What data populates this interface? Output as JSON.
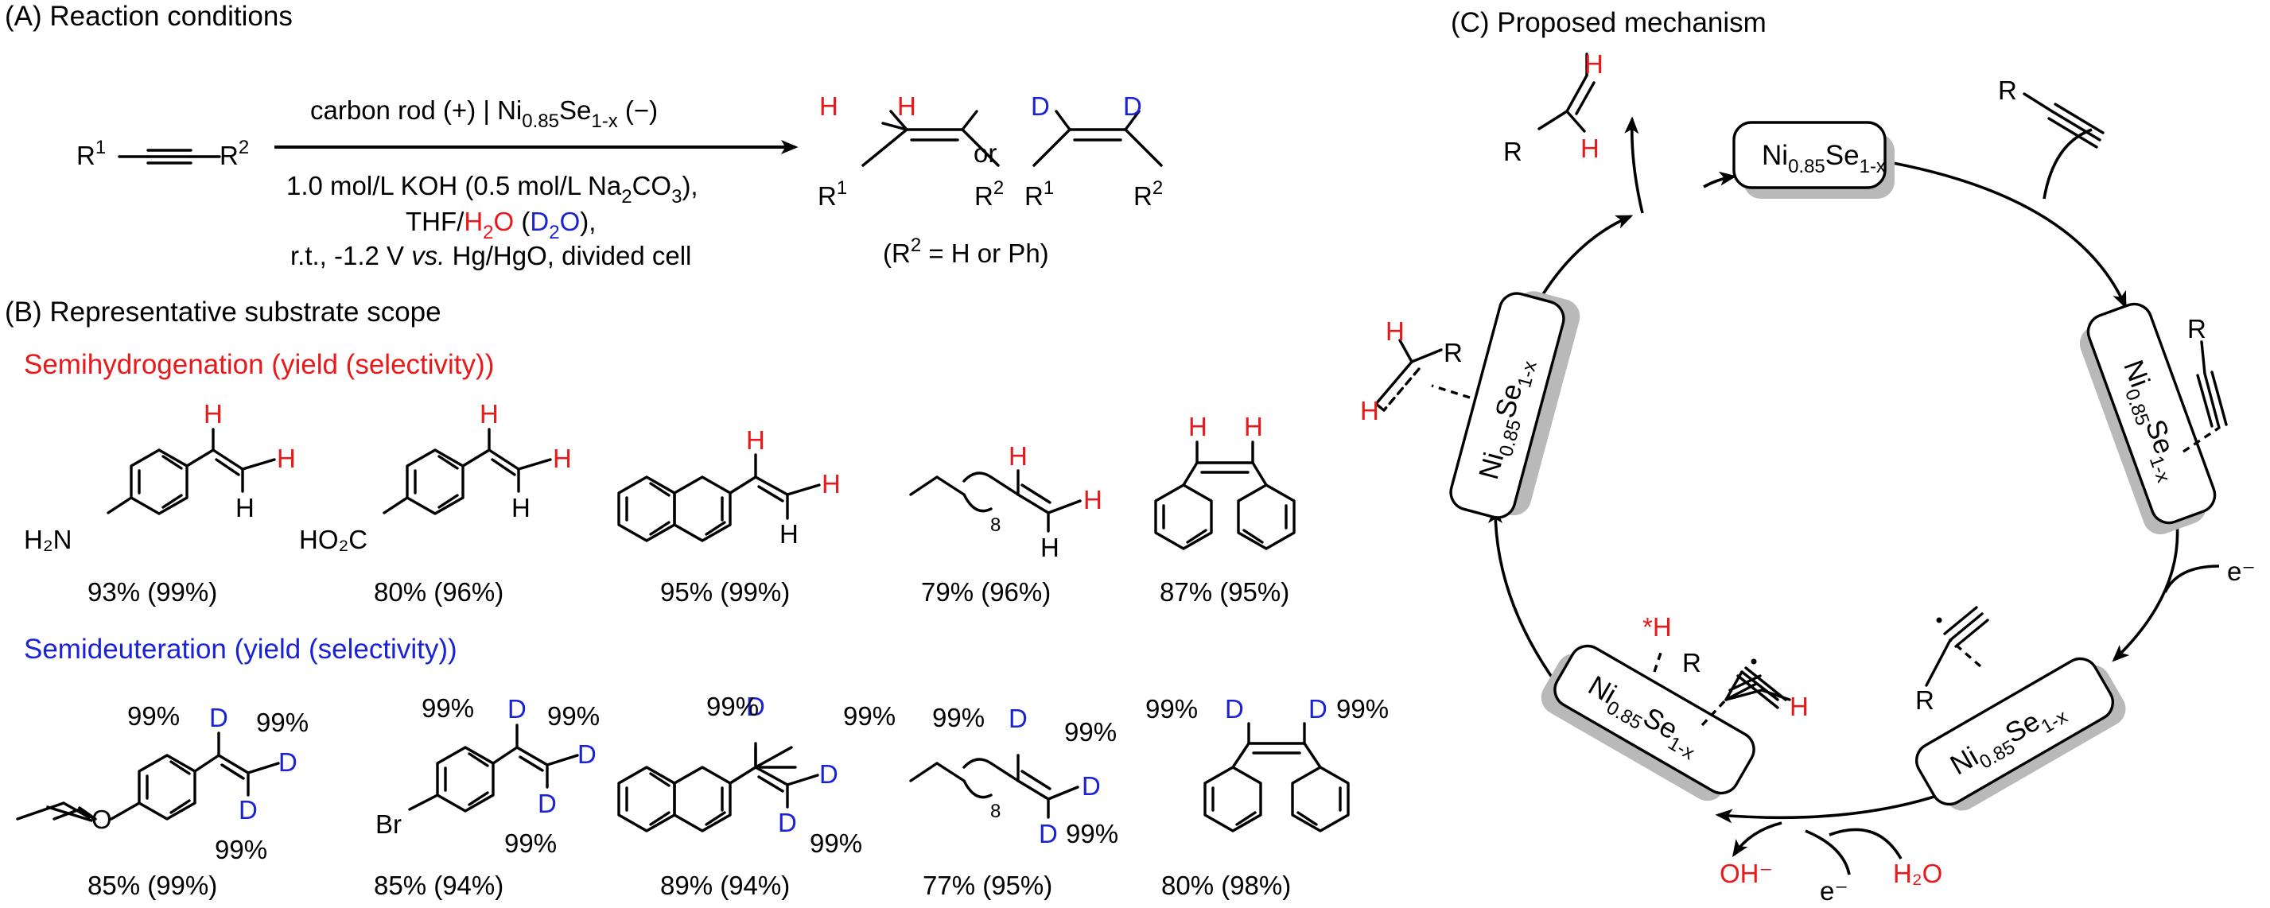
{
  "panels": {
    "a_title": "(A) Reaction conditions",
    "b_title": "(B) Representative substrate scope",
    "c_title": "(C) Proposed mechanism"
  },
  "reaction": {
    "above_arrow_1": "carbon rod (+) | Ni",
    "above_arrow_sub": "0.85",
    "above_arrow_2": "Se",
    "above_arrow_sub2": "1-x",
    "above_arrow_3": " (−)",
    "cond_line1_a": "1.0 mol/L KOH (0.5 mol/L Na",
    "cond_line1_sub1": "2",
    "cond_line1_b": "CO",
    "cond_line1_sub2": "3",
    "cond_line1_c": "),",
    "cond_line2_a": "THF/",
    "cond_line2_h2o": "H",
    "cond_line2_h2o_sub": "2",
    "cond_line2_h2o_o": "O",
    "cond_line2_b": " (",
    "cond_line2_d2o": "D",
    "cond_line2_d2o_sub": "2",
    "cond_line2_d2o_o": "O",
    "cond_line2_c": "),",
    "cond_line3_a": "r.t., -1.2 V ",
    "cond_line3_vs": "vs.",
    "cond_line3_b": " Hg/HgO, divided cell",
    "or": "or",
    "r_note_a": "(R",
    "r_note_sup": "2",
    "r_note_b": " = H or Ph)"
  },
  "scope": {
    "semihydrogenation_label": "Semihydrogenation (yield (selectivity))",
    "semideuteration_label": "Semideuteration (yield (selectivity))",
    "hydro_results": [
      "93% (99%)",
      "80% (96%)",
      "95% (99%)",
      "79% (96%)",
      "87% (95%)"
    ],
    "deut_results": [
      "85% (99%)",
      "85% (94%)",
      "89% (94%)",
      "77% (95%)",
      "80% (98%)"
    ],
    "d_incorporation": "99%",
    "subscript_8": "8",
    "nh2_group": "H₂N",
    "co2h_group": "HO₂C",
    "br_group": "Br"
  },
  "mechanism": {
    "catalyst_main": "Ni",
    "catalyst_sub1": "0.85",
    "catalyst_mid": "Se",
    "catalyst_sub2": "1-x",
    "electron": "e⁻",
    "water": "H₂O",
    "hydroxide": "OH⁻",
    "h_star": "*H",
    "r_label": "R",
    "h_label": "H"
  },
  "colors": {
    "hydrogen": "#e8191b",
    "deuterium": "#1a22d6",
    "shadow": "#b9b9b9"
  }
}
